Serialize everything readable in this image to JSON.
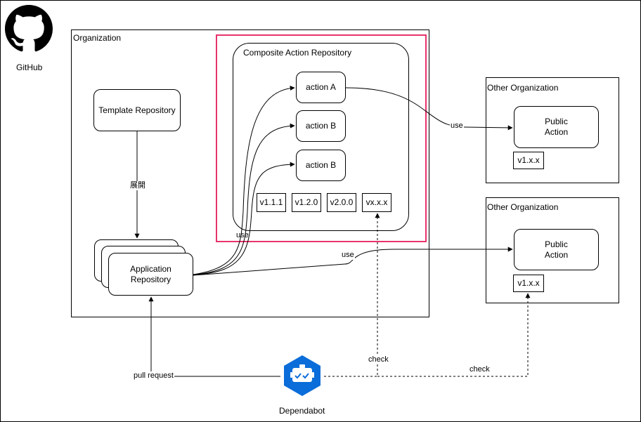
{
  "github": {
    "label": "GitHub",
    "icon": "github-octocat-icon"
  },
  "organization": {
    "label": "Organization"
  },
  "composite_repo": {
    "label": "Composite Action Repository",
    "highlight_color": "#e8336b"
  },
  "actions": [
    {
      "label": "action A"
    },
    {
      "label": "action B"
    },
    {
      "label": "action B"
    }
  ],
  "versions": [
    "v1.1.1",
    "v1.2.0",
    "v2.0.0",
    "vx.x.x"
  ],
  "template_repo": {
    "label": "Template Repository"
  },
  "application_repo": {
    "label": "Application\nRepository"
  },
  "other_orgs": [
    {
      "label": "Other Organization",
      "action": "Public\nAction",
      "version": "v1.x.x"
    },
    {
      "label": "Other Organization",
      "action": "Public\nAction",
      "version": "v1.x.x"
    }
  ],
  "edges": {
    "expand": "展開",
    "use_internal": "use",
    "use_top": "use",
    "use_bottom": "use",
    "pull_request": "pull request",
    "check_internal": "check",
    "check_external": "check"
  },
  "dependabot": {
    "label": "Dependabot",
    "icon": "dependabot-icon",
    "color": "#0a6dd9"
  }
}
